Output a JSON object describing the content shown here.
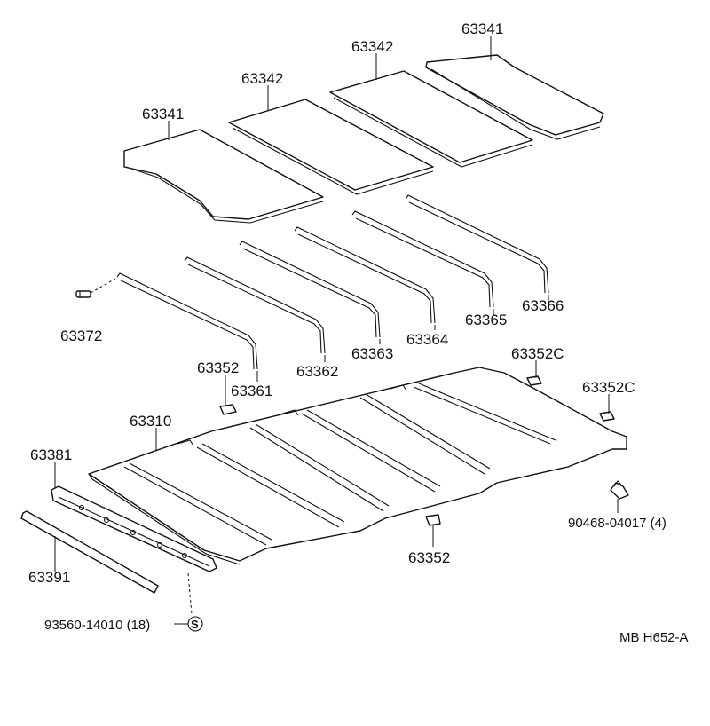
{
  "diagram": {
    "code": "MB H652-A",
    "parts": {
      "p63341_right": "63341",
      "p63342_right": "63342",
      "p63342_left": "63342",
      "p63341_left": "63341",
      "p63366": "63366",
      "p63365": "63365",
      "p63364": "63364",
      "p63363": "63363",
      "p63362": "63362",
      "p63361": "63361",
      "p63372": "63372",
      "p63352_top": "63352",
      "p63352c_top": "63352C",
      "p63352c_right": "63352C",
      "p63310": "63310",
      "p63381": "63381",
      "p63391": "63391",
      "p90468": "90468-04017 (4)",
      "p63352_bottom": "63352",
      "p93560": "93560-14010 (18)",
      "symbol_s": "S"
    }
  }
}
